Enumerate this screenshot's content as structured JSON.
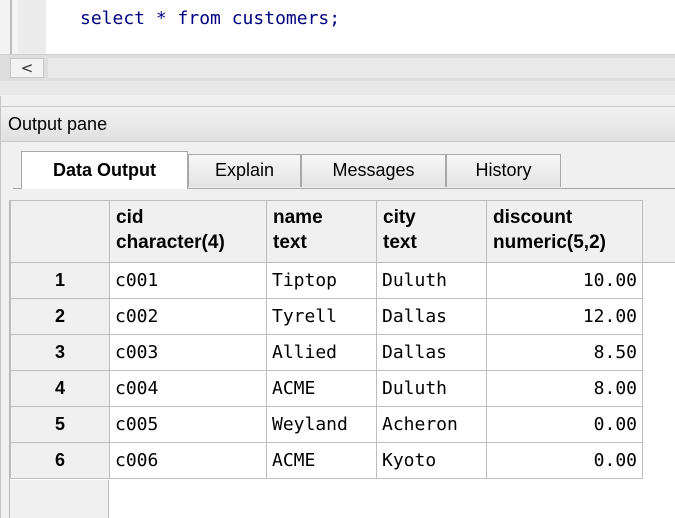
{
  "editor": {
    "sql": "select * from customers;"
  },
  "scrollbar": {
    "left_arrow": "<"
  },
  "output_pane": {
    "title": "Output pane",
    "tabs": [
      {
        "label": "Data Output",
        "active": true
      },
      {
        "label": "Explain",
        "active": false
      },
      {
        "label": "Messages",
        "active": false
      },
      {
        "label": "History",
        "active": false
      }
    ]
  },
  "grid": {
    "columns": [
      {
        "name": "cid",
        "type": "character(4)"
      },
      {
        "name": "name",
        "type": "text"
      },
      {
        "name": "city",
        "type": "text"
      },
      {
        "name": "discount",
        "type": "numeric(5,2)"
      }
    ],
    "rows": [
      {
        "num": "1",
        "cells": [
          "c001",
          "Tiptop",
          "Duluth",
          "10.00"
        ]
      },
      {
        "num": "2",
        "cells": [
          "c002",
          "Tyrell",
          "Dallas",
          "12.00"
        ]
      },
      {
        "num": "3",
        "cells": [
          "c003",
          "Allied",
          "Dallas",
          "8.50"
        ]
      },
      {
        "num": "4",
        "cells": [
          "c004",
          "ACME",
          "Duluth",
          "8.00"
        ]
      },
      {
        "num": "5",
        "cells": [
          "c005",
          "Weyland",
          "Acheron",
          "0.00"
        ]
      },
      {
        "num": "6",
        "cells": [
          "c006",
          "ACME",
          "Kyoto",
          "0.00"
        ]
      }
    ]
  }
}
